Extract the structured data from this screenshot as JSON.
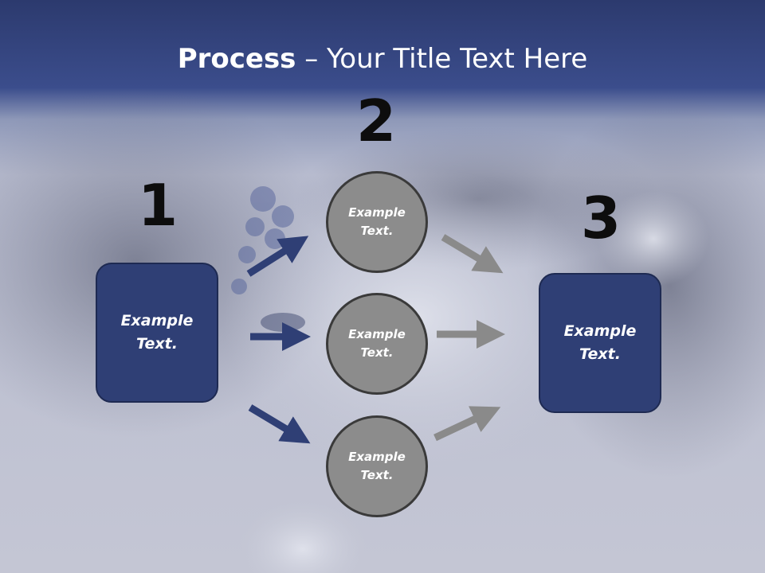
{
  "title": {
    "bold": "Process",
    "rest": " – Your Title Text Here"
  },
  "numbers": {
    "one": "1",
    "two": "2",
    "three": "3"
  },
  "left_box": {
    "line1": "Example",
    "line2": "Text."
  },
  "right_box": {
    "line1": "Example",
    "line2": "Text."
  },
  "circles": [
    {
      "line1": "Example",
      "line2": "Text."
    },
    {
      "line1": "Example",
      "line2": "Text."
    },
    {
      "line1": "Example",
      "line2": "Text."
    }
  ],
  "colors": {
    "box_fill": "#2f3f75",
    "circle_fill": "#8c8c8c",
    "arrow_blue": "#2f3f75",
    "arrow_gray": "#8a8a8a"
  }
}
